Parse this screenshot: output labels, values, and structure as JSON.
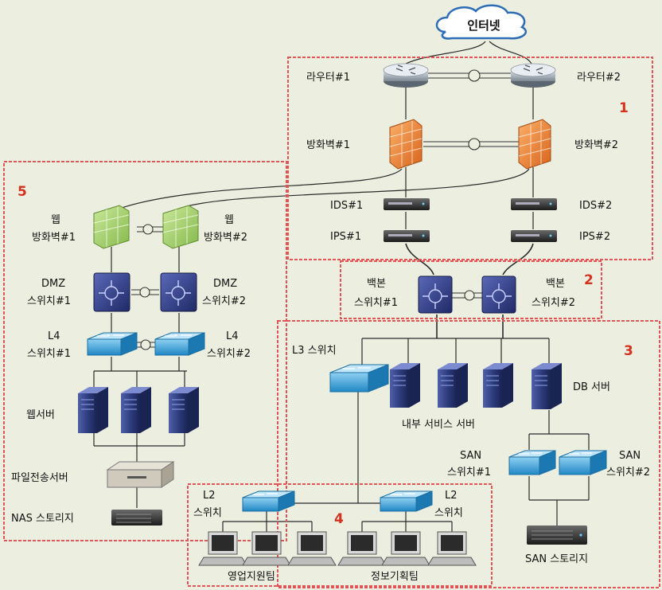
{
  "internet": "인터넷",
  "zones": {
    "z1": "1",
    "z2": "2",
    "z3": "3",
    "z4": "4",
    "z5": "5"
  },
  "labels": {
    "router1": "라우터#1",
    "router2": "라우터#2",
    "firewall1": "방화벽#1",
    "firewall2": "방화벽#2",
    "ids1": "IDS#1",
    "ids2": "IDS#2",
    "ips1": "IPS#1",
    "ips2": "IPS#2",
    "backbone1_a": "백본",
    "backbone1_b": "스위치#1",
    "backbone2_a": "백본",
    "backbone2_b": "스위치#2",
    "webfw1_a": "웹",
    "webfw1_b": "방화벽#1",
    "webfw2_a": "웹",
    "webfw2_b": "방화벽#2",
    "dmz1_a": "DMZ",
    "dmz1_b": "스위치#1",
    "dmz2_a": "DMZ",
    "dmz2_b": "스위치#2",
    "l4_1_a": "L4",
    "l4_1_b": "스위치#1",
    "l4_2_a": "L4",
    "l4_2_b": "스위치#2",
    "webserver": "웹서버",
    "fileserver": "파일전송서버",
    "nas": "NAS 스토리지",
    "l3switch": "L3 스위치",
    "dbserver": "DB 서버",
    "internal": "내부 서비스 서버",
    "san1_a": "SAN",
    "san1_b": "스위치#1",
    "san2_a": "SAN",
    "san2_b": "스위치#2",
    "sanstorage": "SAN 스토리지",
    "l2_1_a": "L2",
    "l2_1_b": "스위치",
    "l2_2_a": "L2",
    "l2_2_b": "스위치",
    "sales": "영업지원팀",
    "planning": "정보기획팀"
  },
  "colors": {
    "zone_border": "#e05555",
    "zone_number": "#d2321e",
    "firewall": "#f08a3a",
    "web_firewall": "#a9d46e",
    "switch_blue": "#3aa6e0",
    "core_switch": "#2f3e8c",
    "server": "#2b3a7a"
  }
}
